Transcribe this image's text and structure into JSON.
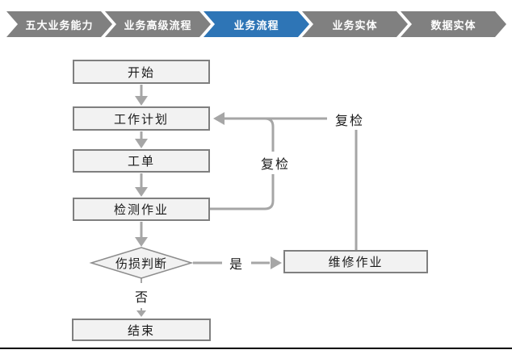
{
  "nav": {
    "items": [
      {
        "label": "五大业务能力",
        "active": false
      },
      {
        "label": "业务高级流程",
        "active": false
      },
      {
        "label": "业务流程",
        "active": true
      },
      {
        "label": "业务实体",
        "active": false
      },
      {
        "label": "数据实体",
        "active": false
      }
    ],
    "colors": {
      "inactive": "#808080",
      "active": "#2E75B6",
      "text": "#FFFFFF"
    }
  },
  "flowchart": {
    "nodes": {
      "start": "开始",
      "work_plan": "工作计划",
      "work_order": "工单",
      "inspection": "检测作业",
      "damage_decision": "伤损判断",
      "repair": "维修作业",
      "end": "结束"
    },
    "labels": {
      "recheck_outer": "复检",
      "recheck_inner": "复检",
      "yes": "是",
      "no": "否"
    },
    "edges": [
      {
        "from": "开始",
        "to": "工作计划",
        "label": ""
      },
      {
        "from": "工作计划",
        "to": "工单",
        "label": ""
      },
      {
        "from": "工单",
        "to": "检测作业",
        "label": ""
      },
      {
        "from": "检测作业",
        "to": "伤损判断",
        "label": ""
      },
      {
        "from": "伤损判断",
        "to": "维修作业",
        "label": "是"
      },
      {
        "from": "伤损判断",
        "to": "结束",
        "label": "否"
      },
      {
        "from": "检测作业",
        "to": "工作计划",
        "label": "复检"
      },
      {
        "from": "维修作业",
        "to": "工作计划",
        "label": "复检"
      }
    ],
    "colors": {
      "node_fill": "#F2F2F2",
      "node_border": "#7F7F7F",
      "connector": "#A6A6A6",
      "text": "#1A1A1A"
    }
  }
}
